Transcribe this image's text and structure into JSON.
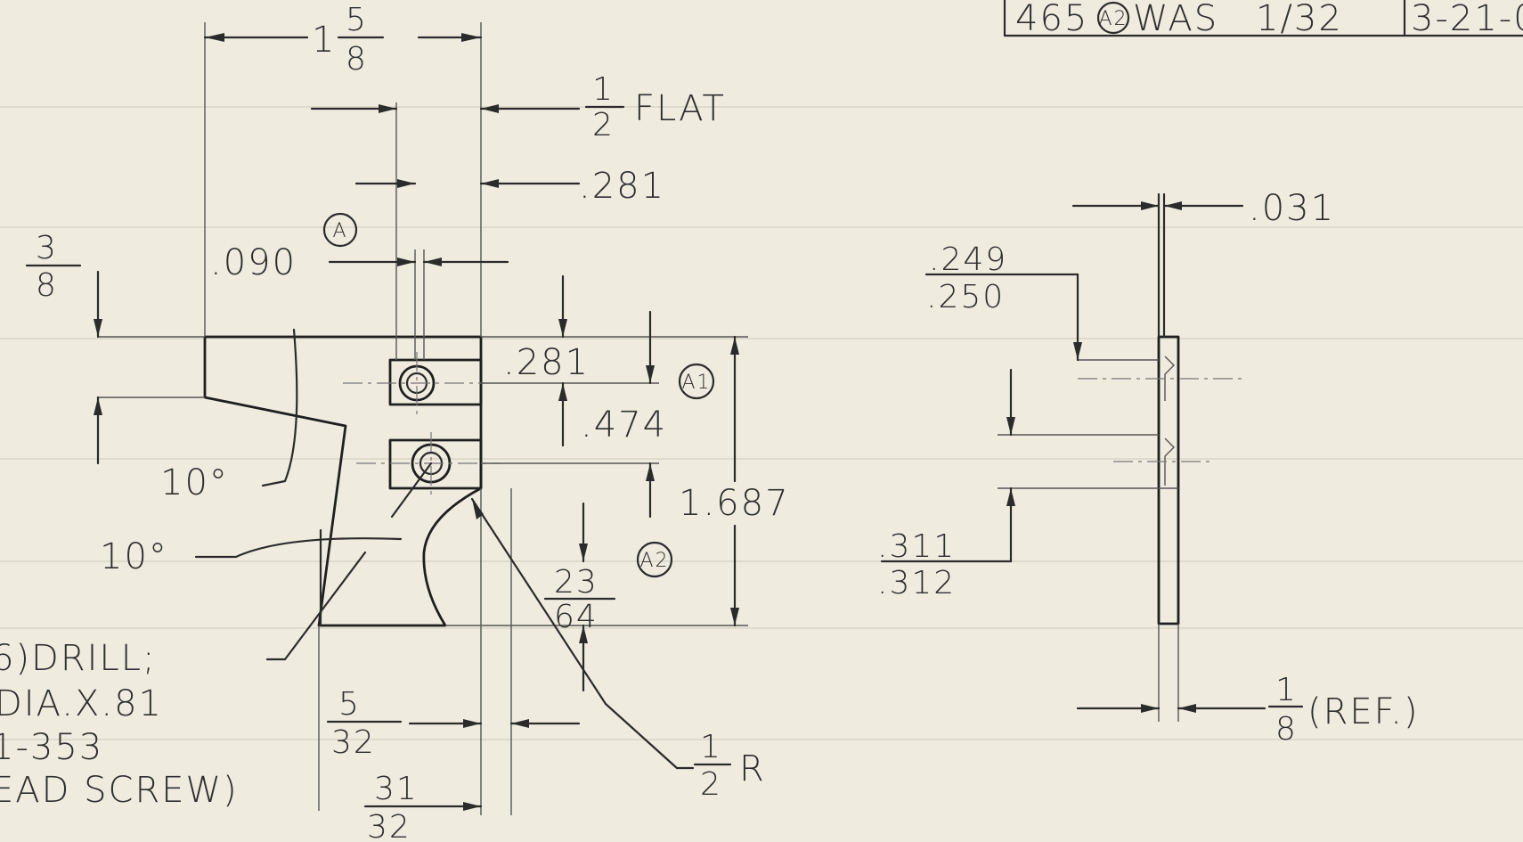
{
  "revision_block": {
    "text_a": "465",
    "mark": "A2",
    "text_b": "WAS",
    "text_c": "1/32",
    "date": "3-21-0"
  },
  "dimensions": {
    "top_width": {
      "num": "5",
      "den": "8",
      "whole": "1"
    },
    "half_flat": {
      "num": "1",
      "den": "2",
      "label": "FLAT"
    },
    "d281_top": ".281",
    "d090": ".090",
    "mark_A": "A",
    "left_3_8": {
      "num": "3",
      "den": "8"
    },
    "d281_mid": ".281",
    "mark_A1": "A1",
    "d474": ".474",
    "d1687": "1.687",
    "mark_A2": "A2",
    "frac_23_64": {
      "num": "23",
      "den": "64"
    },
    "angle_upper": "10°",
    "angle_lower": "10°",
    "half_R": {
      "num": "1",
      "den": "2",
      "label": "R"
    },
    "frac_5_32": {
      "num": "5",
      "den": "32"
    },
    "frac_31_32": {
      "num": "31",
      "den": "32"
    }
  },
  "note": {
    "line1": "6)DRILL;",
    "line2": "DIA.X.81",
    "line3": "1-353",
    "line4": "EAD SCREW)"
  },
  "side_view": {
    "d031": ".031",
    "frac_249_250": {
      "num": ".249",
      "den": ".250"
    },
    "frac_311_312": {
      "num": ".311",
      "den": ".312"
    },
    "ref": {
      "num": "1",
      "den": "8",
      "label": "(REF.)"
    }
  }
}
